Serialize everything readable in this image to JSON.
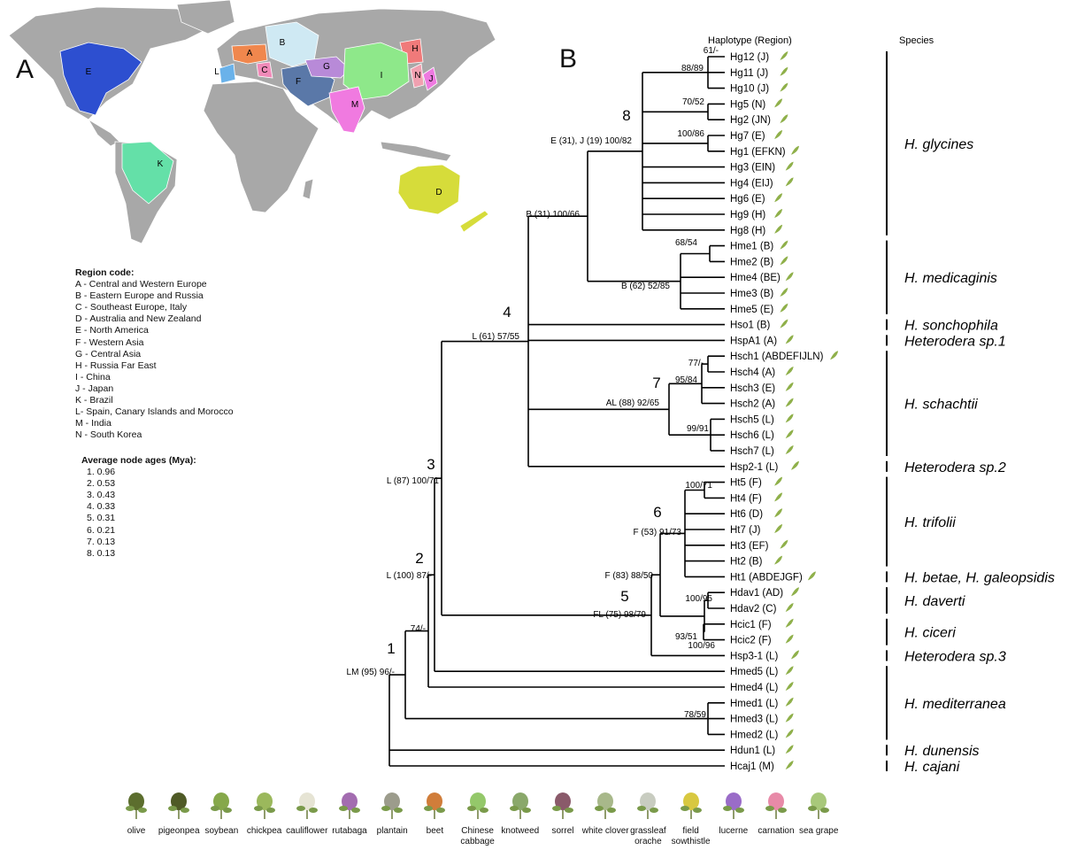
{
  "panel_a": {
    "letter": "A",
    "map_regions": [
      "A",
      "B",
      "C",
      "D",
      "E",
      "F",
      "G",
      "H",
      "I",
      "J",
      "K",
      "L",
      "M",
      "N"
    ],
    "region_header": "Region code:",
    "regions": [
      "A - Central and Western Europe",
      "B - Eastern Europe and Russia",
      "C - Southeast Europe, Italy",
      "D - Australia and New Zealand",
      "E - North America",
      "F - Western Asia",
      "G - Central Asia",
      "H - Russia Far East",
      "I - China",
      "J - Japan",
      "K - Brazil",
      "L- Spain, Canary Islands and Morocco",
      "M - India",
      "N - South Korea"
    ],
    "ages_header": "Average node ages (Mya):",
    "ages": [
      "1. 0.96",
      "2. 0.53",
      "3. 0.43",
      "4. 0.33",
      "5. 0.31",
      "6. 0.21",
      "7. 0.13",
      "8. 0.13"
    ],
    "colors": {
      "A": "#f0874d",
      "B": "#cfe9f3",
      "C": "#f08ab8",
      "D": "#d6dc3a",
      "E": "#2d4fd0",
      "F": "#5a78a8",
      "G": "#b88ad8",
      "H": "#f07a7a",
      "I": "#8ee88a",
      "J": "#ee7ae0",
      "K": "#64e0a8",
      "L": "#6ab2ea",
      "M": "#f07ae0",
      "N": "#f0a0b0",
      "land": "#a8a8a8"
    }
  },
  "panel_b": {
    "letter": "B",
    "col_haplotype": "Haplotype (Region)",
    "col_species": "Species",
    "leaves": [
      "Hg12 (J)",
      "Hg11 (J)",
      "Hg10 (J)",
      "Hg5 (N)",
      "Hg2 (JN)",
      "Hg7 (E)",
      "Hg1 (EFKN)",
      "Hg3 (EIN)",
      "Hg4 (EIJ)",
      "Hg6 (E)",
      "Hg9 (H)",
      "Hg8 (H)",
      "Hme1 (B)",
      "Hme2 (B)",
      "Hme4 (BE)",
      "Hme3 (B)",
      "Hme5 (E)",
      "Hso1 (B)",
      "HspA1 (A)",
      "Hsch1 (ABDEFIJLN)",
      "Hsch4 (A)",
      "Hsch3 (E)",
      "Hsch2 (A)",
      "Hsch5 (L)",
      "Hsch6 (L)",
      "Hsch7 (L)",
      "Hsp2-1 (L)",
      "Ht5 (F)",
      "Ht4 (F)",
      "Ht6 (D)",
      "Ht7 (J)",
      "Ht3 (EF)",
      "Ht2 (B)",
      "Ht1 (ABDEJGF)",
      "Hdav1 (AD)",
      "Hdav2 (C)",
      "Hcic1 (F)",
      "Hcic2 (F)",
      "Hsp3-1 (L)",
      "Hmed5 (L)",
      "Hmed4 (L)",
      "Hmed1 (L)",
      "Hmed3 (L)",
      "Hmed2 (L)",
      "Hdun1 (L)",
      "Hcaj1 (M)"
    ],
    "node_numbers": [
      "1",
      "2",
      "3",
      "4",
      "5",
      "6",
      "7",
      "8"
    ],
    "support_labels": [
      "61/-",
      "88/89",
      "70/52",
      "100/86",
      "E (31), J (19) 100/82",
      "B (31) 100/66",
      "68/54",
      "B (62) 52/85",
      "L (61) 57/55",
      "77/-",
      "95/84",
      "AL (88) 92/65",
      "99/91",
      "L (87) 100/71",
      "100/71",
      "F (53) 91/73",
      "F (83) 88/50",
      "L (100) 87/-",
      "100/95",
      "FL (75) 98/79",
      "93/51",
      "100/96",
      "74/-",
      "LM (95) 96/-",
      "78/59"
    ],
    "species": [
      "H. glycines",
      "H. medicaginis",
      "H. sonchophila",
      "Heterodera sp.1",
      "H. schachtii",
      "Heterodera sp.2",
      "H. trifolii",
      "H. betae, H. galeopsidis",
      "H. daverti",
      "H. ciceri",
      "Heterodera sp.3",
      "H. mediterranea",
      "H. dunensis",
      "H. cajani"
    ]
  },
  "hosts": [
    "olive",
    "pigeonpea",
    "soybean",
    "chickpea",
    "cauliflower",
    "rutabaga",
    "plantain",
    "beet",
    "Chinese cabbage",
    "knotweed",
    "sorrel",
    "white clover",
    "grassleaf orache",
    "field sowthistle",
    "lucerne",
    "carnation",
    "sea grape"
  ]
}
